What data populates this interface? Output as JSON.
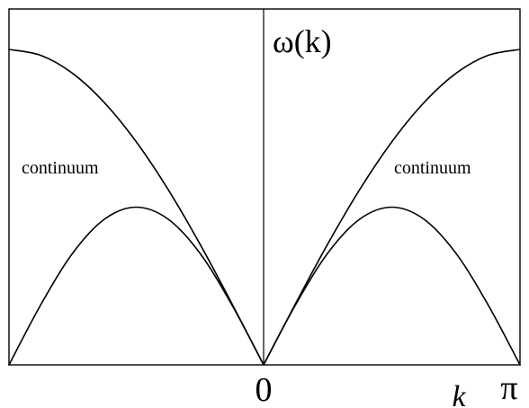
{
  "chart_data": {
    "type": "line",
    "xlabel": "k",
    "ylabel": "ω(k)",
    "xlim": [
      -3.14159,
      3.14159
    ],
    "ylim": [
      0,
      1.1
    ],
    "grid": false,
    "x_tick_labels": [
      "0",
      "π"
    ],
    "annotations": [
      "continuum",
      "continuum"
    ],
    "series": [
      {
        "x": [
          -3.1416,
          -2.7489,
          -2.3562,
          -1.9635,
          -1.5708,
          -1.1781,
          -0.7854,
          -0.3927,
          0,
          0.3927,
          0.7854,
          1.1781,
          1.5708,
          1.9635,
          2.3562,
          2.7489,
          3.1416
        ],
        "values": [
          1.0,
          0.981,
          0.924,
          0.831,
          0.707,
          0.556,
          0.383,
          0.195,
          0,
          0.195,
          0.383,
          0.556,
          0.707,
          0.831,
          0.924,
          0.981,
          1.0
        ]
      },
      {
        "x": [
          -3.1416,
          -2.7489,
          -2.3562,
          -1.9635,
          -1.5708,
          -1.1781,
          -0.7854,
          -0.3927,
          0,
          0.3927,
          0.7854,
          1.1781,
          1.5708,
          1.9635,
          2.3562,
          2.7489,
          3.1416
        ],
        "values": [
          0,
          0.191,
          0.354,
          0.462,
          0.5,
          0.462,
          0.354,
          0.191,
          0,
          0.191,
          0.354,
          0.462,
          0.5,
          0.462,
          0.354,
          0.191,
          0
        ]
      }
    ]
  }
}
